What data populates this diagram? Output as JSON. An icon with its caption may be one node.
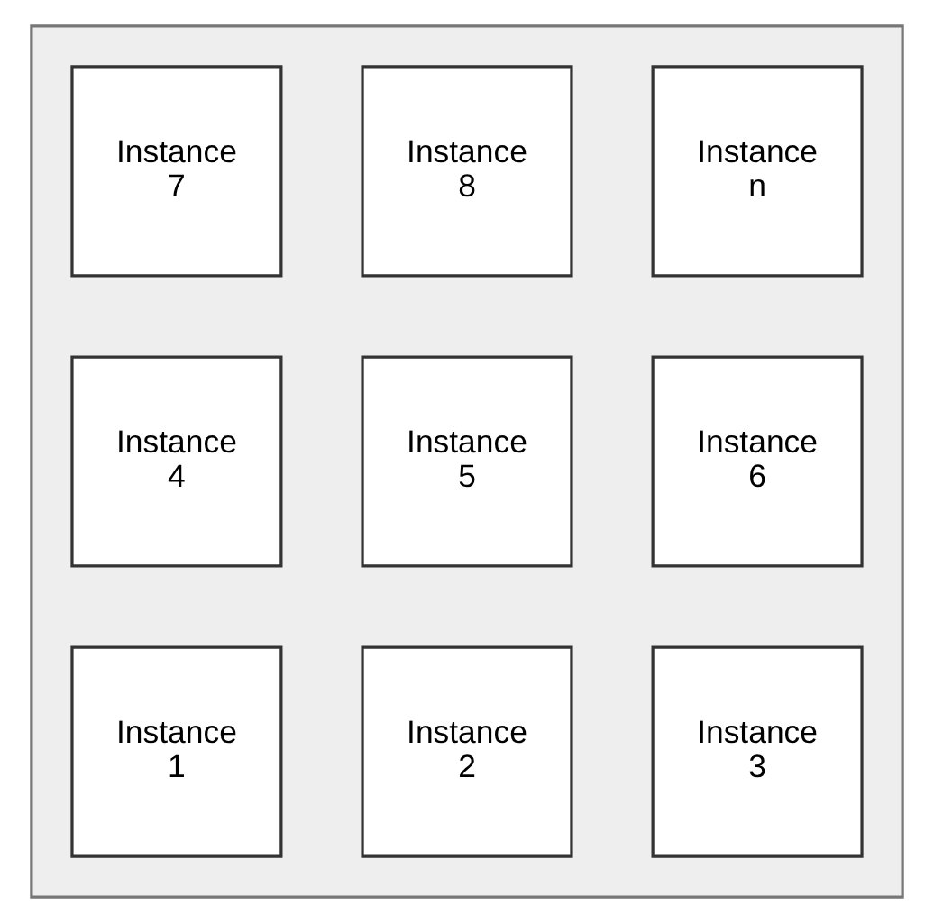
{
  "diagram": {
    "nodes": [
      {
        "text": [],
        "shape": "box"
      },
      {
        "text": [
          "Instance 7"
        ],
        "in": 0
      },
      {
        "text": [
          "Instance 8"
        ],
        "in": 0
      },
      {
        "text": [
          "Instance n"
        ],
        "in": 0
      },
      {
        "text": [
          "Instance 4"
        ],
        "in": 0
      },
      {
        "text": [
          "Instance 5"
        ],
        "in": 0
      },
      {
        "text": [
          "Instance 6"
        ],
        "in": 0
      },
      {
        "text": [
          "Instance 1"
        ],
        "in": 0
      },
      {
        "text": [
          "Instance 2"
        ],
        "in": 0
      },
      {
        "text": [
          "Instance 3"
        ],
        "in": 0
      }
    ],
    "edges": []
  }
}
